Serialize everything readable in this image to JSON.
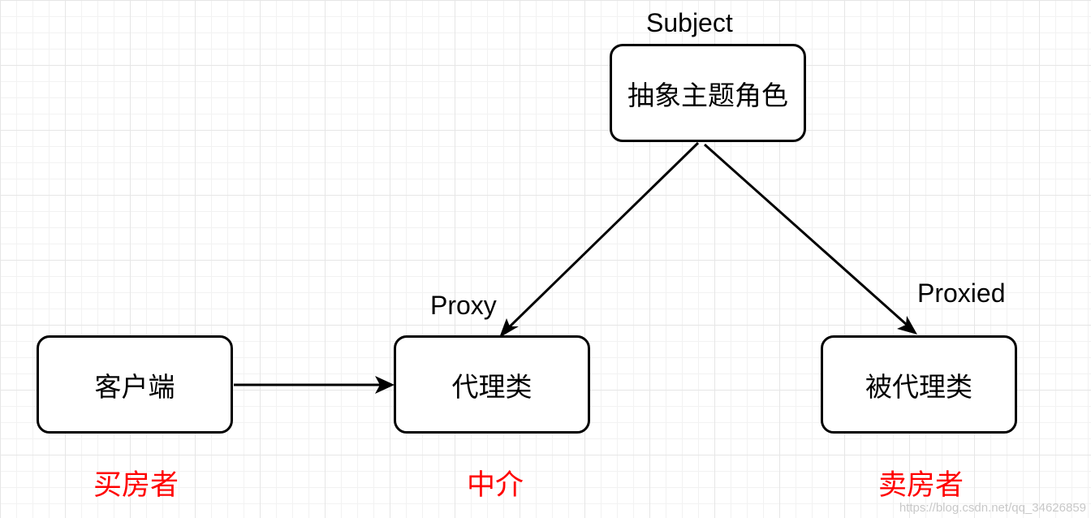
{
  "nodes": {
    "subject": "抽象主题角色",
    "client": "客户端",
    "proxy": "代理类",
    "proxied": "被代理类"
  },
  "labels": {
    "subject": "Subject",
    "proxy": "Proxy",
    "proxied": "Proxied"
  },
  "roles": {
    "buyer": "买房者",
    "agent": "中介",
    "seller": "卖房者"
  },
  "watermark": "https://blog.csdn.net/qq_34626859",
  "colors": {
    "node_border": "#000000",
    "role_text": "#ff0000",
    "grid": "#e6e6e6"
  }
}
